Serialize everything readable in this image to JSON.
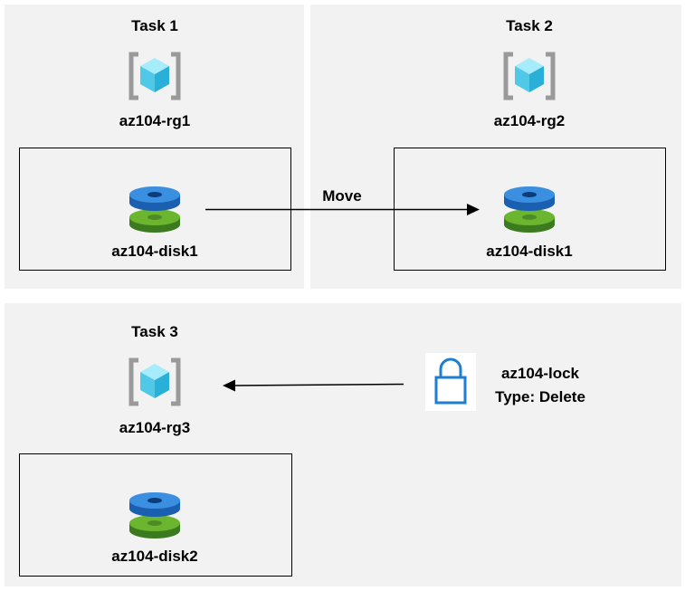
{
  "task1": {
    "title": "Task 1",
    "rg": "az104-rg1",
    "disk": "az104-disk1"
  },
  "task2": {
    "title": "Task 2",
    "rg": "az104-rg2",
    "disk": "az104-disk1"
  },
  "task3": {
    "title": "Task 3",
    "rg": "az104-rg3",
    "disk": "az104-disk2"
  },
  "move_label": "Move",
  "lock": {
    "name": "az104-lock",
    "type": "Type: Delete"
  },
  "icons": {
    "resource_group": "resource-group-icon",
    "disk": "managed-disk-icon",
    "lock": "lock-icon"
  },
  "colors": {
    "panel": "#f2f2f2",
    "disk_top": "#2f7fd6",
    "disk_bottom": "#5ea22d",
    "lock_stroke": "#1e7fd0",
    "cube": "#50c8e8",
    "bracket": "#9a9a9a"
  }
}
